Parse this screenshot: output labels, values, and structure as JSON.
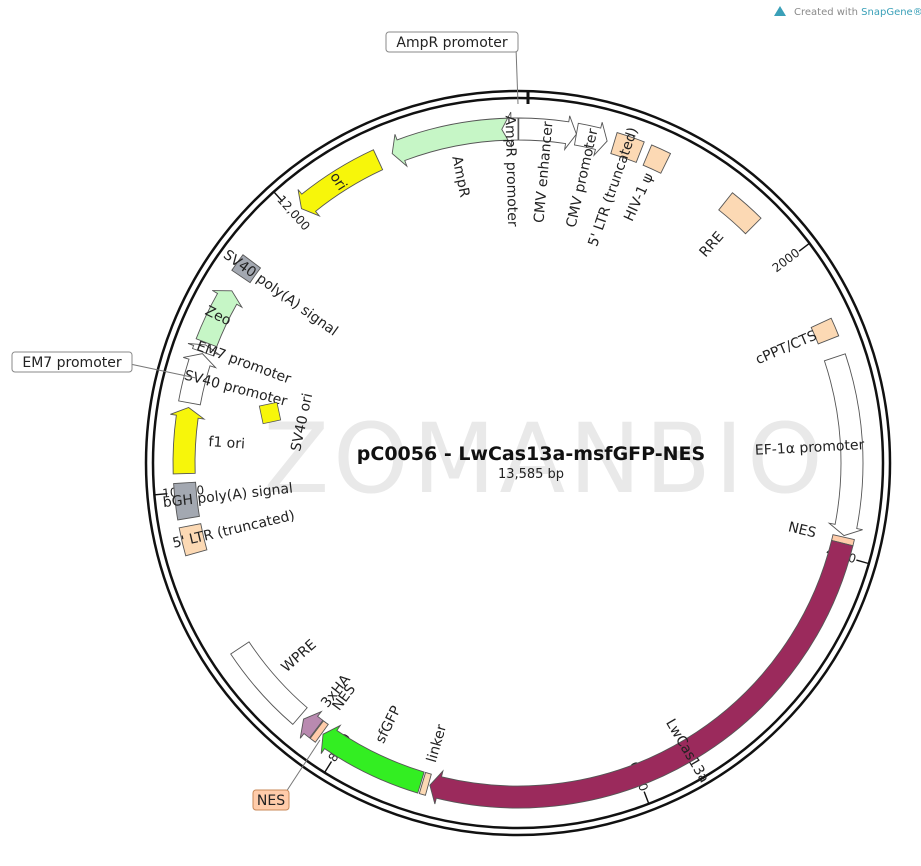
{
  "credit": {
    "text": "Created with ",
    "brand": "SnapGene®"
  },
  "watermark": "ZOMANBIO",
  "plasmid": {
    "name": "pC0056 - LwCas13a-msfGFP-NES",
    "length": "13,585 bp"
  },
  "ticks": [
    {
      "label": "2000",
      "pos": 2000
    },
    {
      "label": "4000",
      "pos": 4000
    },
    {
      "label": "6000",
      "pos": 6000
    },
    {
      "label": "8000",
      "pos": 8000
    },
    {
      "label": "10,000",
      "pos": 10000
    },
    {
      "label": "12,000",
      "pos": 12000
    }
  ],
  "features": [
    {
      "id": "cmv-enhancer",
      "label": "CMV enhancer",
      "start": 5,
      "end": 380,
      "color": "#ffffff",
      "type": "arrow"
    },
    {
      "id": "cmv-promoter",
      "label": "CMV promoter",
      "start": 380,
      "end": 584,
      "color": "#ffffff",
      "type": "arrow"
    },
    {
      "id": "ltr-5-a",
      "label": "5' LTR (truncated)",
      "start": 630,
      "end": 810,
      "color": "#fcd9b4",
      "type": "box"
    },
    {
      "id": "hiv-psi",
      "label": "HIV-1 ψ",
      "start": 860,
      "end": 990,
      "color": "#fcd9b4",
      "type": "box"
    },
    {
      "id": "rre",
      "label": "RRE",
      "start": 1450,
      "end": 1690,
      "color": "#fcd9b4",
      "type": "box"
    },
    {
      "id": "cppt",
      "label": "cPPT/CTS",
      "start": 2460,
      "end": 2580,
      "color": "#fcd9b4",
      "type": "box"
    },
    {
      "id": "ef1a",
      "label": "EF-1α promoter",
      "start": 2700,
      "end": 3870,
      "color": "#ffffff",
      "type": "arrow"
    },
    {
      "id": "nes-a",
      "label": "NES",
      "start": 3880,
      "end": 3920,
      "color": "#ffccaa",
      "type": "box"
    },
    {
      "id": "lwcas13a",
      "label": "LwCas13a",
      "start": 3920,
      "end": 7370,
      "color": "#9b2a5c",
      "type": "arrow"
    },
    {
      "id": "linker",
      "label": "linker",
      "start": 7380,
      "end": 7420,
      "color": "#fcd9b4",
      "type": "box"
    },
    {
      "id": "sfgfp",
      "label": "sfGFP",
      "start": 7430,
      "end": 8140,
      "color": "#33ee22",
      "type": "arrow"
    },
    {
      "id": "nes-b",
      "label": "NES",
      "start": 8150,
      "end": 8190,
      "color": "#ffccaa",
      "type": "box"
    },
    {
      "id": "ha3x",
      "label": "3xHA",
      "start": 8195,
      "end": 8300,
      "color": "#b98ab0",
      "type": "arrow"
    },
    {
      "id": "wpre",
      "label": "WPRE",
      "start": 8330,
      "end": 8920,
      "color": "#ffffff",
      "type": "box"
    },
    {
      "id": "ltr-5-b",
      "label": "5' LTR (truncated)",
      "start": 9600,
      "end": 9780,
      "color": "#fcd9b4",
      "type": "box"
    },
    {
      "id": "bgh",
      "label": "bGH poly(A) signal",
      "start": 9830,
      "end": 10060,
      "color": "#a3a8b1",
      "type": "box"
    },
    {
      "id": "f1-ori",
      "label": "f1 ori",
      "start": 10120,
      "end": 10550,
      "color": "#f7f60a",
      "type": "arrow"
    },
    {
      "id": "sv40-promoter",
      "label": "SV40 promoter",
      "start": 10580,
      "end": 10910,
      "color": "#ffffff",
      "type": "arrow"
    },
    {
      "id": "em7",
      "label": "EM7 promoter",
      "start": 10920,
      "end": 10970,
      "color": "#ffffff",
      "type": "arrow"
    },
    {
      "id": "zeo",
      "label": "Zeo",
      "start": 10985,
      "end": 11360,
      "color": "#c6f6c6",
      "type": "arrow"
    },
    {
      "id": "sv40-polya",
      "label": "SV40 poly(A) signal",
      "start": 11470,
      "end": 11590,
      "color": "#a3a8b1",
      "type": "box"
    },
    {
      "id": "ori",
      "label": "ori",
      "start": 12060,
      "end": 12650,
      "color": "#f7f60a",
      "type": "arrow-ccw"
    },
    {
      "id": "ampr",
      "label": "AmpR",
      "start": 12750,
      "end": 13560,
      "color": "#c6f6c6",
      "type": "arrow-ccw"
    },
    {
      "id": "ampr-promoter",
      "label": "AmpR promoter",
      "start": 13480,
      "end": 13585,
      "color": "#ffffff",
      "type": "arrow-ccw"
    }
  ],
  "inner_features": [
    {
      "id": "sv40-ori",
      "label": "SV40 ori",
      "color": "#f7f60a"
    }
  ],
  "callouts": [
    {
      "id": "callout-ampr-promoter",
      "label": "AmpR promoter"
    },
    {
      "id": "callout-em7",
      "label": "EM7 promoter"
    },
    {
      "id": "callout-nes",
      "label": "NES"
    }
  ]
}
